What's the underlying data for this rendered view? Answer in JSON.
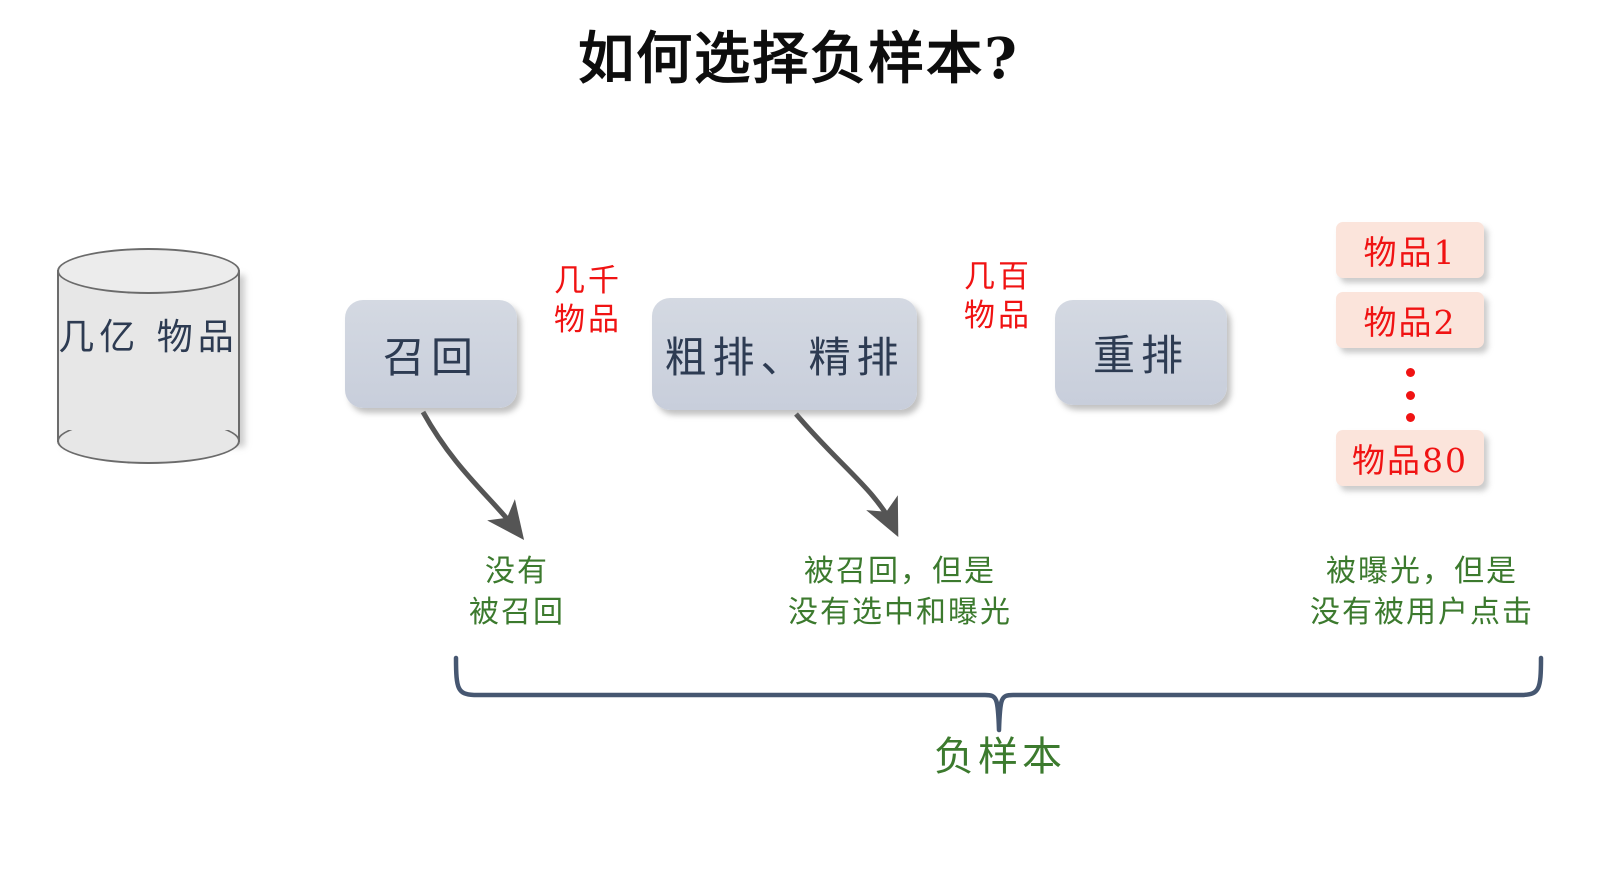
{
  "page": {
    "title": "如何选择负样本?",
    "background": "#ffffff"
  },
  "colors": {
    "stage_box_fill": "#c8cedb",
    "stage_box_text": "#2d3b52",
    "cylinder_fill": "#e7e7e7",
    "cylinder_stroke": "#6b6b6b",
    "item_chip_fill": "#fbe4db",
    "item_chip_text": "#f01313",
    "count_label": "#f01313",
    "note_text": "#3c7a2e",
    "arrow": "#3f3f3f",
    "brace": "#465771"
  },
  "source": {
    "name": "item-pool-cylinder",
    "label": "几亿\n物品"
  },
  "stages": [
    {
      "name": "recall",
      "label": "召回"
    },
    {
      "name": "ranking",
      "label": "粗排、精排"
    },
    {
      "name": "rerank",
      "label": "重排"
    }
  ],
  "flow_counts": [
    {
      "name": "after-recall",
      "label": "几千\n物品"
    },
    {
      "name": "after-ranking",
      "label": "几百\n物品"
    }
  ],
  "results": {
    "items": [
      {
        "label": "物品1"
      },
      {
        "label": "物品2"
      },
      {
        "label": "物品80"
      }
    ],
    "ellipsis": "⋮"
  },
  "notes": [
    {
      "name": "not-recalled",
      "label": "没有\n被召回"
    },
    {
      "name": "recalled-not-exposed",
      "label": "被召回，但是\n没有选中和曝光"
    },
    {
      "name": "exposed-not-clicked",
      "label": "被曝光，但是\n没有被用户点击"
    }
  ],
  "brace": {
    "label": "负样本"
  }
}
